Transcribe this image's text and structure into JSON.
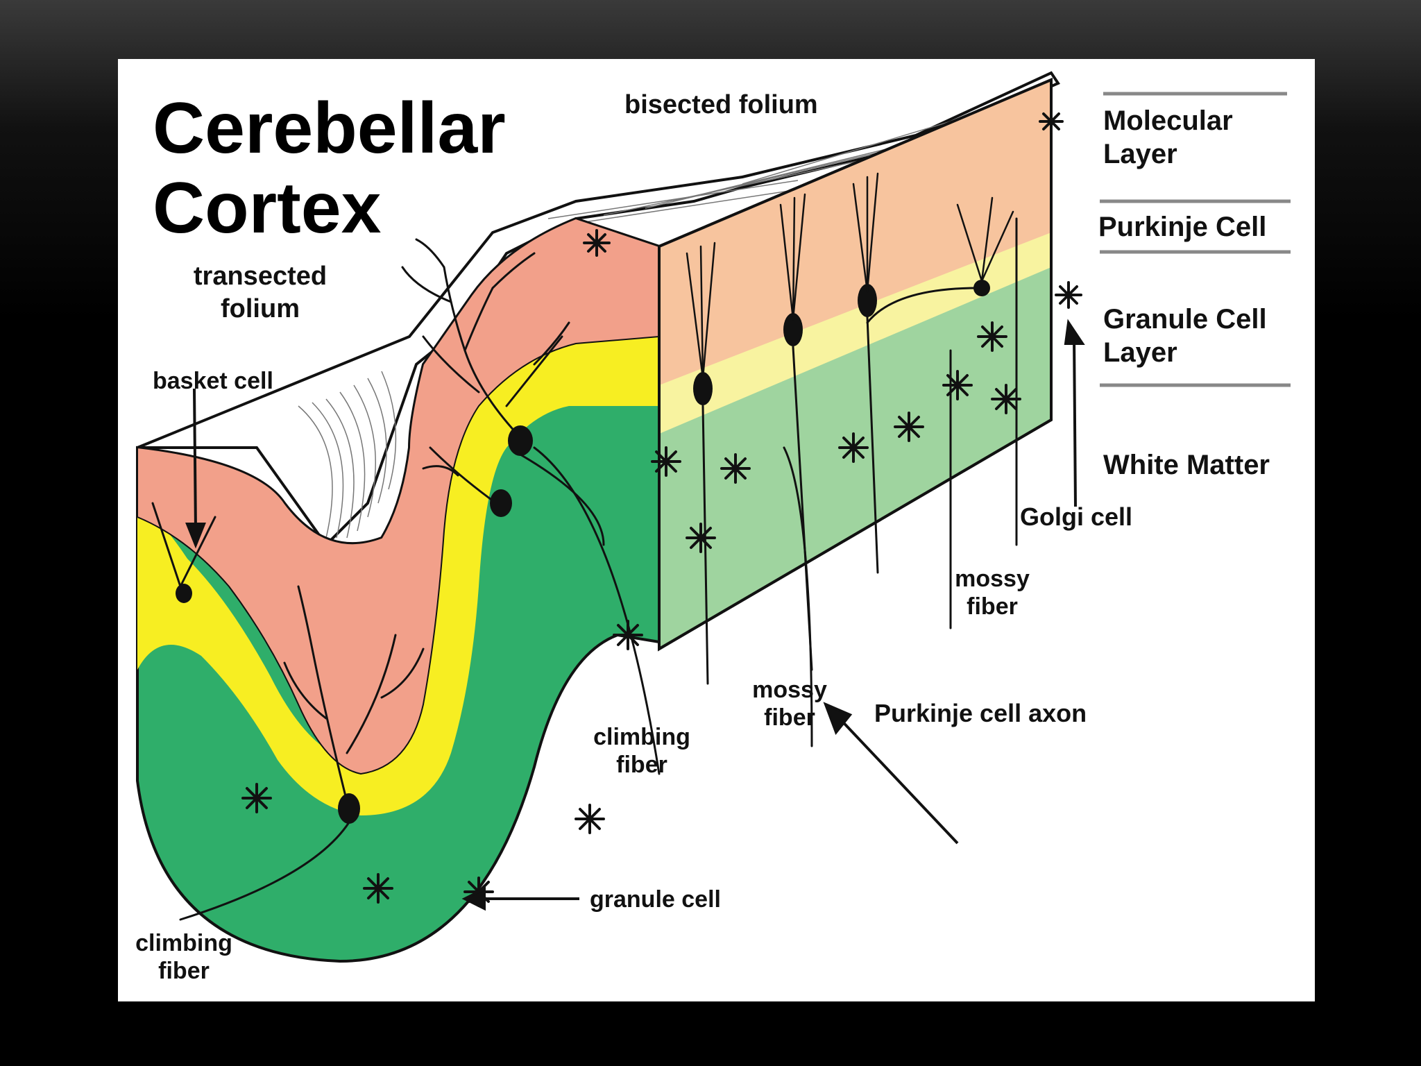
{
  "title": {
    "line1": "Cerebellar",
    "line2": "Cortex"
  },
  "labels": {
    "bisected_folium": "bisected folium",
    "transected_folium_1": "transected",
    "transected_folium_2": "folium",
    "basket_cell": "basket cell",
    "climbing_fiber_center_1": "climbing",
    "climbing_fiber_center_2": "fiber",
    "climbing_fiber_left_1": "climbing",
    "climbing_fiber_left_2": "fiber",
    "granule_cell": "granule cell",
    "mossy_fiber_left_1": "mossy",
    "mossy_fiber_left_2": "fiber",
    "mossy_fiber_right_1": "mossy",
    "mossy_fiber_right_2": "fiber",
    "purkinje_cell_axon": "Purkinje cell axon",
    "golgi_cell": "Golgi cell"
  },
  "layers": {
    "molecular_1": "Molecular",
    "molecular_2": "Layer",
    "purkinje": "Purkinje Cell",
    "granule_1": "Granule Cell",
    "granule_2": "Layer",
    "white_matter": "White Matter"
  },
  "colors": {
    "background": "#000000",
    "molecular_layer": "#f2a08a",
    "molecular_layer_block": "#f7c49e",
    "purkinje_layer": "#f7ee22",
    "purkinje_layer_block": "#f8f3a0",
    "granule_layer": "#2fae6a",
    "granule_layer_block": "#9fd49f",
    "white_matter": "#ffffff",
    "ink": "#111111"
  }
}
